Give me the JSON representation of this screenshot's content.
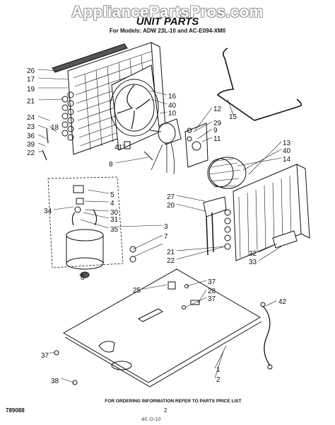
{
  "watermark": "AppliancePartsPros.com",
  "title": "UNIT PARTS",
  "models_line": "For Models: ADW 23L-10 and AC-E094-XM0",
  "footer_note": "FOR ORDERING INFORMATION REFER TO PARTS PRICE LIST",
  "doc_code": "789088",
  "page_number": "2",
  "handwritten_note": "4/L-D-10",
  "callouts": [
    "26",
    "17",
    "19",
    "21",
    "24",
    "23",
    "36",
    "39",
    "22",
    "18",
    "41",
    "16",
    "40",
    "10",
    "12",
    "29",
    "9",
    "11",
    "8",
    "15",
    "13",
    "40",
    "14",
    "5",
    "4",
    "30",
    "31",
    "35",
    "34",
    "3",
    "7",
    "27",
    "20",
    "21",
    "22",
    "32",
    "33",
    "6",
    "37",
    "28",
    "37",
    "25",
    "42",
    "37",
    "38",
    "1",
    "2"
  ]
}
